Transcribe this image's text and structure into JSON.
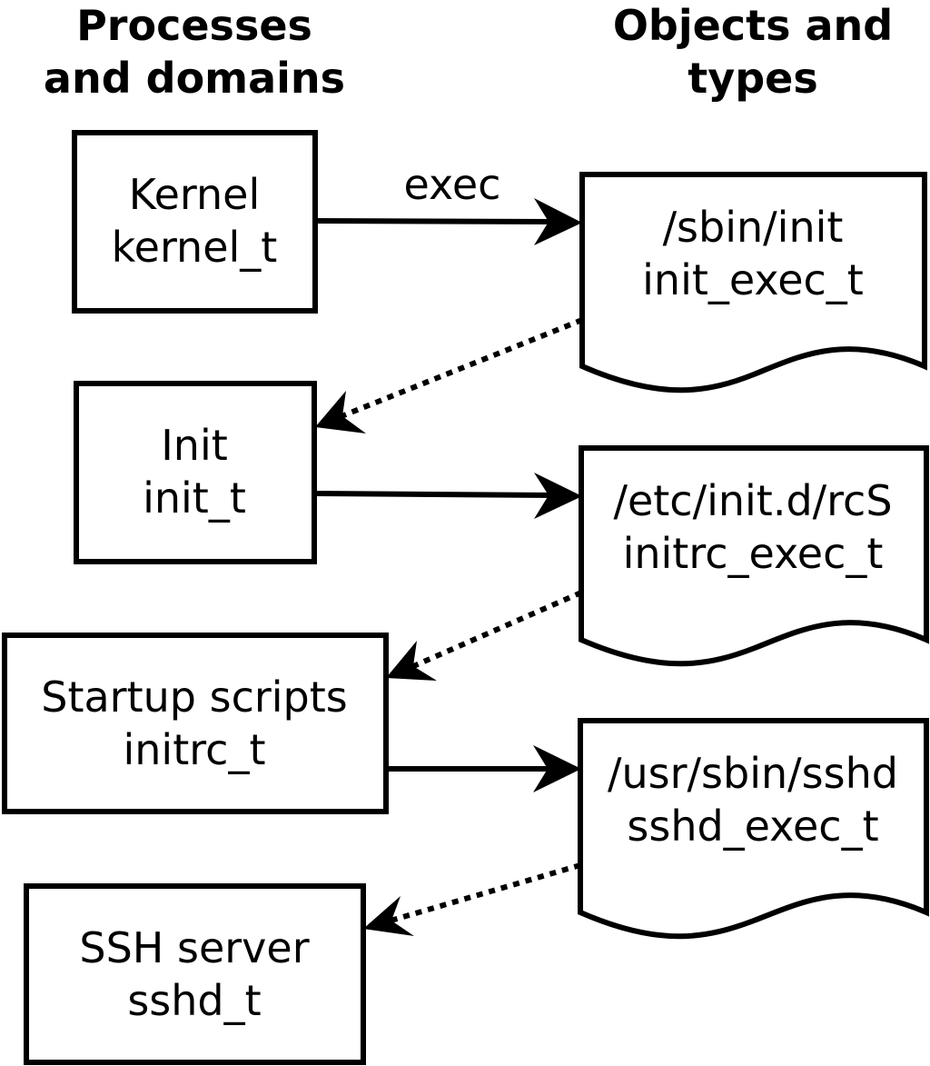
{
  "headings": {
    "processes": [
      "Processes",
      "and domains"
    ],
    "objects": [
      "Objects and",
      "types"
    ]
  },
  "processes": [
    {
      "name": "Kernel",
      "domain": "kernel_t"
    },
    {
      "name": "Init",
      "domain": "init_t"
    },
    {
      "name": "Startup scripts",
      "domain": "initrc_t"
    },
    {
      "name": "SSH server",
      "domain": "sshd_t"
    }
  ],
  "objects": [
    {
      "path": "/sbin/init",
      "type": "init_exec_t"
    },
    {
      "path": "/etc/init.d/rcS",
      "type": "initrc_exec_t"
    },
    {
      "path": "/usr/sbin/sshd",
      "type": "sshd_exec_t"
    }
  ],
  "edges": {
    "exec_label": "exec"
  },
  "colors": {
    "stroke": "#000000",
    "background": "#ffffff"
  }
}
